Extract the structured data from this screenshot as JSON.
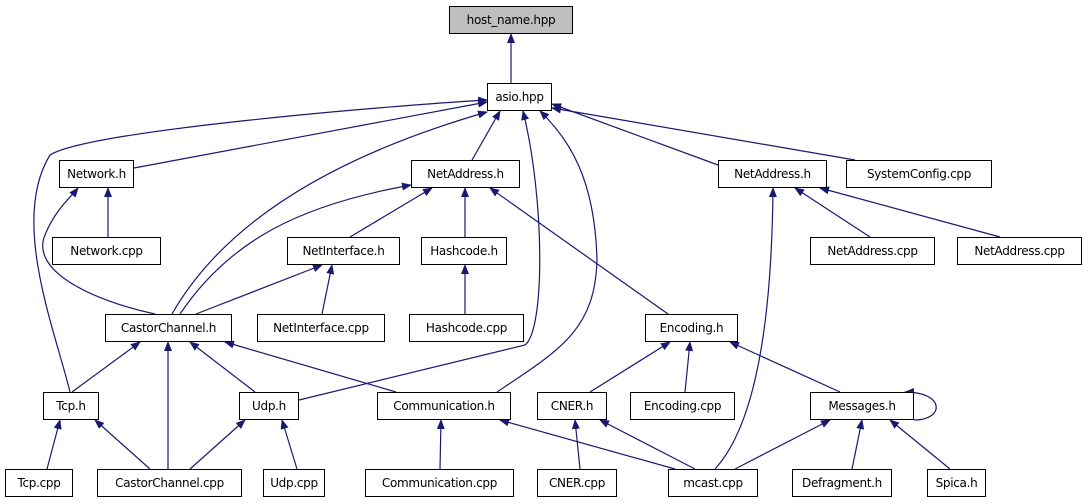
{
  "colors": {
    "edge": "#191970",
    "highlight_fill": "#bfbfbf",
    "node_fill": "#ffffff",
    "border": "#000000"
  },
  "nodes": [
    {
      "label": "host_name.hpp",
      "highlighted": true
    },
    {
      "label": "asio.hpp"
    },
    {
      "label": "Network.h"
    },
    {
      "label": "NetAddress.h"
    },
    {
      "label": "NetAddress.h"
    },
    {
      "label": "SystemConfig.cpp"
    },
    {
      "label": "Network.cpp"
    },
    {
      "label": "NetInterface.h"
    },
    {
      "label": "Hashcode.h"
    },
    {
      "label": "NetAddress.cpp"
    },
    {
      "label": "NetAddress.cpp"
    },
    {
      "label": "CastorChannel.h"
    },
    {
      "label": "NetInterface.cpp"
    },
    {
      "label": "Hashcode.cpp"
    },
    {
      "label": "Encoding.h"
    },
    {
      "label": "Tcp.h"
    },
    {
      "label": "Udp.h"
    },
    {
      "label": "Communication.h"
    },
    {
      "label": "CNER.h"
    },
    {
      "label": "Encoding.cpp"
    },
    {
      "label": "Messages.h"
    },
    {
      "label": "Tcp.cpp"
    },
    {
      "label": "CastorChannel.cpp"
    },
    {
      "label": "Udp.cpp"
    },
    {
      "label": "Communication.cpp"
    },
    {
      "label": "CNER.cpp"
    },
    {
      "label": "mcast.cpp"
    },
    {
      "label": "Defragment.h"
    },
    {
      "label": "Spica.h"
    }
  ],
  "edges": [
    [
      1,
      0
    ],
    [
      2,
      1
    ],
    [
      3,
      1
    ],
    [
      4,
      1
    ],
    [
      5,
      1
    ],
    [
      15,
      1
    ],
    [
      11,
      1
    ],
    [
      16,
      1
    ],
    [
      17,
      1
    ],
    [
      6,
      2
    ],
    [
      11,
      2
    ],
    [
      7,
      3
    ],
    [
      8,
      3
    ],
    [
      14,
      3
    ],
    [
      11,
      3
    ],
    [
      9,
      4
    ],
    [
      10,
      4
    ],
    [
      26,
      4
    ],
    [
      11,
      7
    ],
    [
      12,
      7
    ],
    [
      13,
      8
    ],
    [
      15,
      11
    ],
    [
      22,
      11
    ],
    [
      16,
      11
    ],
    [
      17,
      11
    ],
    [
      18,
      14
    ],
    [
      19,
      14
    ],
    [
      20,
      14
    ],
    [
      20,
      20
    ],
    [
      21,
      15
    ],
    [
      22,
      15
    ],
    [
      22,
      16
    ],
    [
      23,
      16
    ],
    [
      24,
      17
    ],
    [
      26,
      17
    ],
    [
      25,
      18
    ],
    [
      26,
      18
    ],
    [
      26,
      20
    ],
    [
      27,
      20
    ],
    [
      28,
      20
    ]
  ]
}
